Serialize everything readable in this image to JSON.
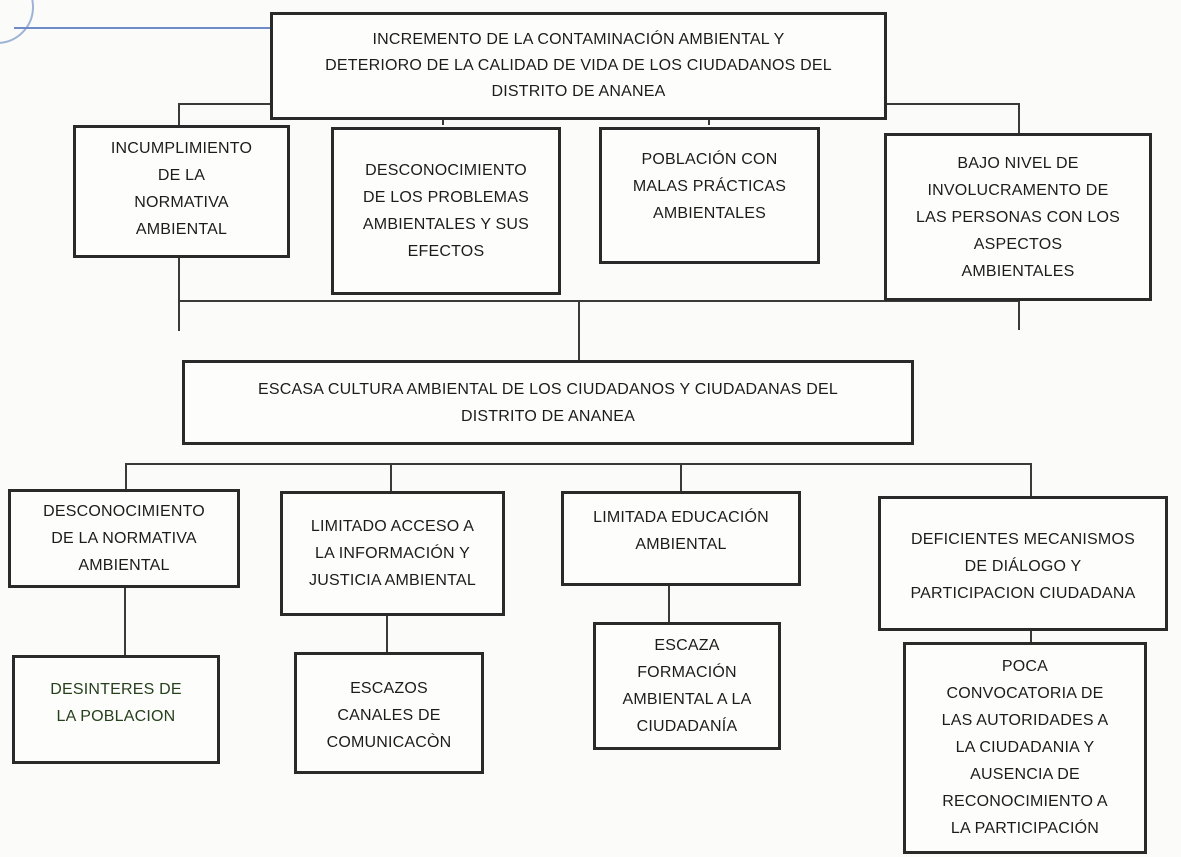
{
  "effect_main": "INCREMENTO DE LA CONTAMINACIÓN AMBIENTAL Y\nDETERIORO DE LA CALIDAD DE VIDA DE LOS CIUDADANOS DEL\nDISTRITO DE ANANEA",
  "effects": [
    "INCUMPLIMIENTO\nDE LA\nNORMATIVA\nAMBIENTAL",
    "DESCONOCIMIENTO\nDE LOS PROBLEMAS\nAMBIENTALES Y SUS\nEFECTOS",
    "POBLACIÓN CON\nMALAS PRÁCTICAS\nAMBIENTALES",
    "BAJO NIVEL DE\nINVOLUCRAMENTO DE\nLAS PERSONAS CON LOS\nASPECTOS\nAMBIENTALES"
  ],
  "central_problem": "ESCASA CULTURA AMBIENTAL DE LOS CIUDADANOS Y CIUDADANAS DEL\nDISTRITO DE ANANEA",
  "causes": [
    "DESCONOCIMIENTO\nDE LA NORMATIVA\nAMBIENTAL",
    "LIMITADO ACCESO A\nLA INFORMACIÓN Y\nJUSTICIA AMBIENTAL",
    "LIMITADA EDUCACIÓN\nAMBIENTAL",
    "DEFICIENTES MECANISMOS\nDE DIÁLOGO Y\nPARTICIPACION CIUDADANA"
  ],
  "sub_causes": [
    "DESINTERES DE\nLA POBLACION",
    "ESCAZOS\nCANALES DE\nCOMUNICACÒN",
    "ESCAZA\nFORMACIÓN\nAMBIENTAL A LA\nCIUDADANÍA",
    "POCA\nCONVOCATORIA DE\nLAS  AUTORIDADES A\nLA CIUDADANIA  Y\nAUSENCIA DE\nRECONOCIMIENTO A\nLA PARTICIPACIÓN"
  ]
}
